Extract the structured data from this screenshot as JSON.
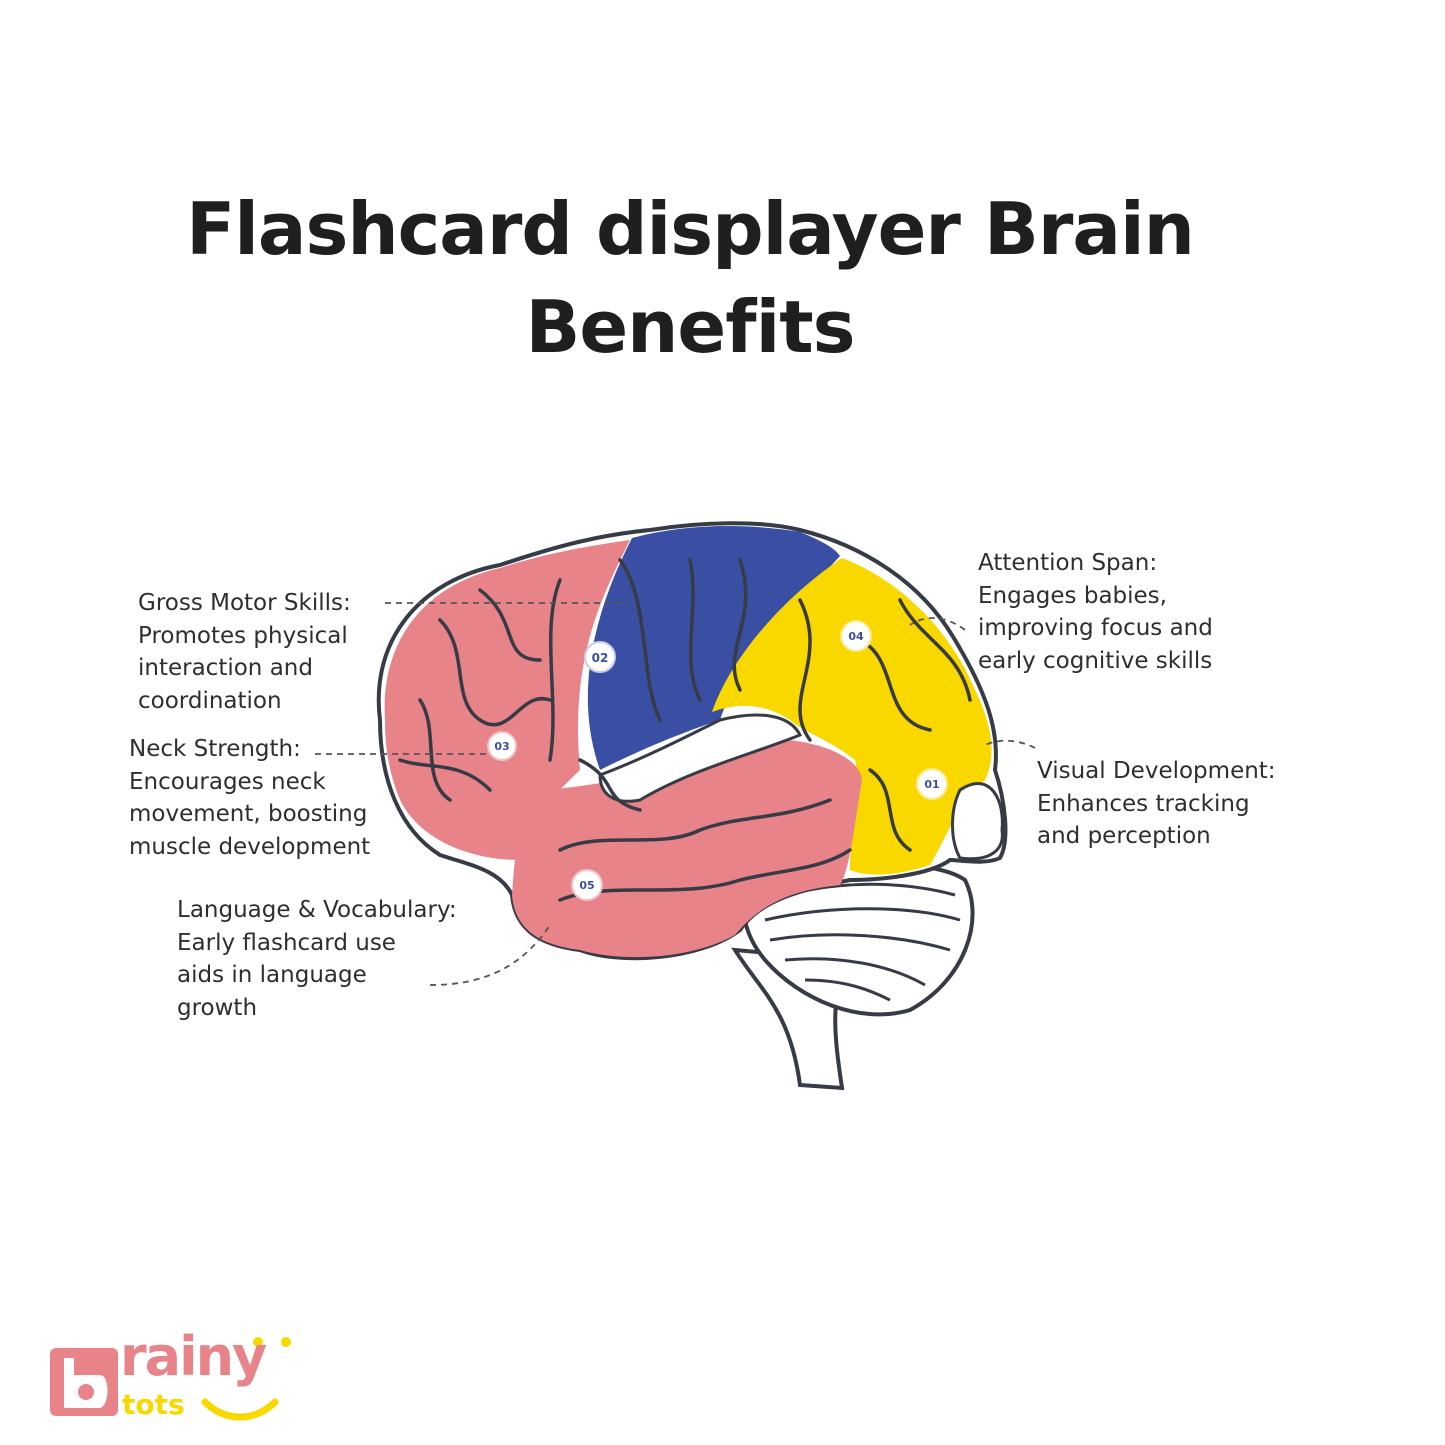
{
  "title": {
    "line1": "Flashcard displayer Brain",
    "line2": "Benefits"
  },
  "colors": {
    "pink": "#e8838a",
    "blue": "#3a4fa3",
    "yellow": "#f9d800",
    "outline": "#363b45"
  },
  "markers": [
    "01",
    "02",
    "03",
    "04",
    "05"
  ],
  "labels": {
    "gross_motor": {
      "heading": "Gross Motor Skills:",
      "lines": [
        "Promotes physical",
        "interaction and",
        "coordination"
      ]
    },
    "neck": {
      "heading": "Neck Strength:",
      "lines": [
        "Encourages neck",
        "movement, boosting",
        "muscle development"
      ]
    },
    "language": {
      "heading": "Language & Vocabulary:",
      "lines": [
        "Early flashcard use",
        "aids in language",
        "growth"
      ]
    },
    "attention": {
      "heading": "Attention Span:",
      "lines": [
        "Engages babies,",
        "improving focus and",
        "early cognitive skills"
      ]
    },
    "visual": {
      "heading": "Visual Development:",
      "lines": [
        "Enhances tracking",
        "and perception"
      ]
    }
  },
  "logo": {
    "word1": "rainy",
    "word2": "tots"
  }
}
